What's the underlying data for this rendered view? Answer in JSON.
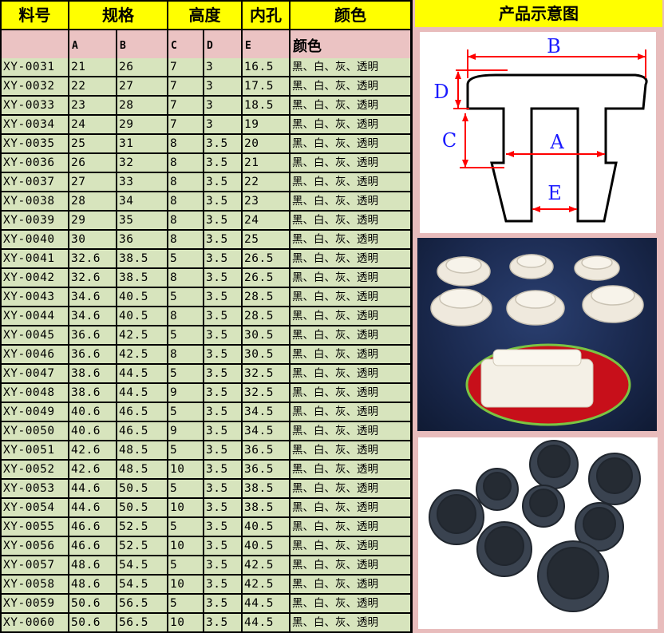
{
  "headers": {
    "part_no": "料号",
    "spec": "规格",
    "height": "高度",
    "hole": "内孔",
    "color": "颜色",
    "image": "产品示意图"
  },
  "sub_headers": {
    "a": "A",
    "b": "B",
    "c": "C",
    "d": "D",
    "e": "E",
    "color": "颜色"
  },
  "rows": [
    [
      "XY-0031",
      "21",
      "26",
      "7",
      "3",
      "16.5",
      "黑、白、灰、透明"
    ],
    [
      "XY-0032",
      "22",
      "27",
      "7",
      "3",
      "17.5",
      "黑、白、灰、透明"
    ],
    [
      "XY-0033",
      "23",
      "28",
      "7",
      "3",
      "18.5",
      "黑、白、灰、透明"
    ],
    [
      "XY-0034",
      "24",
      "29",
      "7",
      "3",
      "19",
      "黑、白、灰、透明"
    ],
    [
      "XY-0035",
      "25",
      "31",
      "8",
      "3.5",
      "20",
      "黑、白、灰、透明"
    ],
    [
      "XY-0036",
      "26",
      "32",
      "8",
      "3.5",
      "21",
      "黑、白、灰、透明"
    ],
    [
      "XY-0037",
      "27",
      "33",
      "8",
      "3.5",
      "22",
      "黑、白、灰、透明"
    ],
    [
      "XY-0038",
      "28",
      "34",
      "8",
      "3.5",
      "23",
      "黑、白、灰、透明"
    ],
    [
      "XY-0039",
      "29",
      "35",
      "8",
      "3.5",
      "24",
      "黑、白、灰、透明"
    ],
    [
      "XY-0040",
      "30",
      "36",
      "8",
      "3.5",
      "25",
      "黑、白、灰、透明"
    ],
    [
      "XY-0041",
      "32.6",
      "38.5",
      "5",
      "3.5",
      "26.5",
      "黑、白、灰、透明"
    ],
    [
      "XY-0042",
      "32.6",
      "38.5",
      "8",
      "3.5",
      "26.5",
      "黑、白、灰、透明"
    ],
    [
      "XY-0043",
      "34.6",
      "40.5",
      "5",
      "3.5",
      "28.5",
      "黑、白、灰、透明"
    ],
    [
      "XY-0044",
      "34.6",
      "40.5",
      "8",
      "3.5",
      "28.5",
      "黑、白、灰、透明"
    ],
    [
      "XY-0045",
      "36.6",
      "42.5",
      "5",
      "3.5",
      "30.5",
      "黑、白、灰、透明"
    ],
    [
      "XY-0046",
      "36.6",
      "42.5",
      "8",
      "3.5",
      "30.5",
      "黑、白、灰、透明"
    ],
    [
      "XY-0047",
      "38.6",
      "44.5",
      "5",
      "3.5",
      "32.5",
      "黑、白、灰、透明"
    ],
    [
      "XY-0048",
      "38.6",
      "44.5",
      "9",
      "3.5",
      "32.5",
      "黑、白、灰、透明"
    ],
    [
      "XY-0049",
      "40.6",
      "46.5",
      "5",
      "3.5",
      "34.5",
      "黑、白、灰、透明"
    ],
    [
      "XY-0050",
      "40.6",
      "46.5",
      "9",
      "3.5",
      "34.5",
      "黑、白、灰、透明"
    ],
    [
      "XY-0051",
      "42.6",
      "48.5",
      "5",
      "3.5",
      "36.5",
      "黑、白、灰、透明"
    ],
    [
      "XY-0052",
      "42.6",
      "48.5",
      "10",
      "3.5",
      "36.5",
      "黑、白、灰、透明"
    ],
    [
      "XY-0053",
      "44.6",
      "50.5",
      "5",
      "3.5",
      "38.5",
      "黑、白、灰、透明"
    ],
    [
      "XY-0054",
      "44.6",
      "50.5",
      "10",
      "3.5",
      "38.5",
      "黑、白、灰、透明"
    ],
    [
      "XY-0055",
      "46.6",
      "52.5",
      "5",
      "3.5",
      "40.5",
      "黑、白、灰、透明"
    ],
    [
      "XY-0056",
      "46.6",
      "52.5",
      "10",
      "3.5",
      "40.5",
      "黑、白、灰、透明"
    ],
    [
      "XY-0057",
      "48.6",
      "54.5",
      "5",
      "3.5",
      "42.5",
      "黑、白、灰、透明"
    ],
    [
      "XY-0058",
      "48.6",
      "54.5",
      "10",
      "3.5",
      "42.5",
      "黑、白、灰、透明"
    ],
    [
      "XY-0059",
      "50.6",
      "56.5",
      "5",
      "3.5",
      "44.5",
      "黑、白、灰、透明"
    ],
    [
      "XY-0060",
      "50.6",
      "56.5",
      "10",
      "3.5",
      "44.5",
      "黑、白、灰、透明"
    ]
  ],
  "diagram_labels": {
    "b": "B",
    "d": "D",
    "c": "C",
    "a": "A",
    "e": "E"
  },
  "colors": {
    "header_bg": "#ffff00",
    "subheader_bg": "#ebc3c3",
    "row_bg": "#d7e4bd",
    "grid": "#000000",
    "dimension_red": "#ff0000",
    "dimension_blue": "#1a1aff"
  }
}
